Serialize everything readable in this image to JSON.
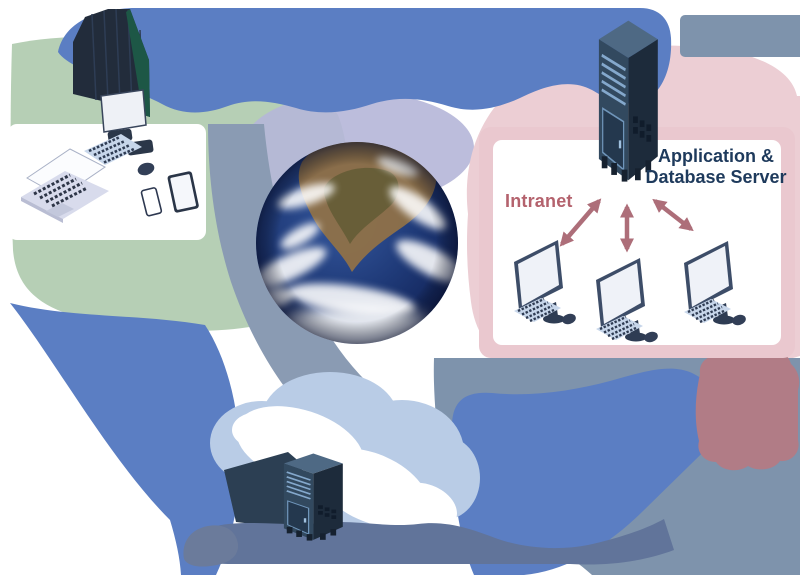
{
  "scene": {
    "description": "Isometric network diagram: Earth globe at center, large curved colored arrows, intranet office card on the right, devices card on the left, and a cloud with a web server at the bottom",
    "labels": {
      "intranet": "Intranet",
      "app_db_server": "Application & Database Server"
    },
    "colors": {
      "arrow_blue": "#5b7ec3",
      "band_grey_blue": "#7e93ac",
      "band_dark": "#61749a",
      "blob_green": "#b6cfb5",
      "blob_pink": "#ecced4",
      "card_pink": "#eac8cf",
      "rose_accent": "#ad6e79",
      "lavender": "#b5b6d8",
      "cloud_periwinkle": "#b9cce6",
      "label_navy": "#1e3a5c",
      "label_rose": "#b4626d",
      "server_navy": "#31485f"
    },
    "icons": [
      "earth-icon",
      "cloud-icon",
      "server-tower-icon",
      "workstation-icon",
      "monitor-back-icon",
      "laptop-icon",
      "smartphone-icon",
      "tablet-icon",
      "keyboard-icon",
      "mouse-icon",
      "double-arrow-icon"
    ]
  }
}
